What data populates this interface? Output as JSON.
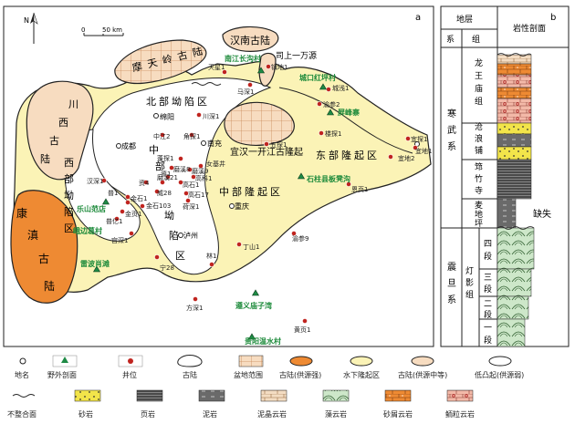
{
  "panels": {
    "map_label": "a",
    "column_label": "b"
  },
  "north_label": "N",
  "scale": {
    "start": "0",
    "end": "50 km"
  },
  "paleo_lands": {
    "hannan": "汉南古陆",
    "motianling": "摩天岭古陆",
    "chuanxi": [
      "川",
      "西",
      "古",
      "陆"
    ],
    "kangdian": [
      "康",
      "滇",
      "古",
      "陆"
    ]
  },
  "zones": {
    "north_depression": "北部坳陷区",
    "west_depression": [
      "西",
      "部",
      "坳",
      "陷",
      "区"
    ],
    "central_depression": [
      "中",
      "部",
      "坳",
      "陷",
      "区"
    ],
    "central_uplift": "中部隆起区",
    "east_uplift": "东部隆起区",
    "yihan_uplift": "宜汉一开江古隆起"
  },
  "locations": [
    {
      "name": "司上一万源"
    },
    {
      "name": "绵阳"
    },
    {
      "name": "成都"
    },
    {
      "name": "南充"
    },
    {
      "name": "重庆"
    },
    {
      "name": "泸州"
    }
  ],
  "wells": [
    {
      "name": "天星1"
    },
    {
      "name": "镇地1"
    },
    {
      "name": "马深1"
    },
    {
      "name": "城浅1"
    },
    {
      "name": "渝参2"
    },
    {
      "name": "川深1"
    },
    {
      "name": "中江2"
    },
    {
      "name": "角探1"
    },
    {
      "name": "五探1"
    },
    {
      "name": "楼探1"
    },
    {
      "name": "宜探1"
    },
    {
      "name": "宜地1"
    },
    {
      "name": "宜地2"
    },
    {
      "name": "汉深1"
    },
    {
      "name": "蓬探1"
    },
    {
      "name": "磨溪8"
    },
    {
      "name": "磨溪9"
    },
    {
      "name": "女基井"
    },
    {
      "name": "磨溪21"
    },
    {
      "name": "高石1"
    },
    {
      "name": "高石17"
    },
    {
      "name": "高科1"
    },
    {
      "name": "资1"
    },
    {
      "name": "资4"
    },
    {
      "name": "威28"
    },
    {
      "name": "普1"
    },
    {
      "name": "金石1"
    },
    {
      "name": "金石103"
    },
    {
      "name": "金页1"
    },
    {
      "name": "荷深1"
    },
    {
      "name": "恩页1"
    },
    {
      "name": "宫深1"
    },
    {
      "name": "宁28"
    },
    {
      "name": "丁山1"
    },
    {
      "name": "林1"
    },
    {
      "name": "渝参9"
    },
    {
      "name": "方深1"
    },
    {
      "name": "黄页1"
    },
    {
      "name": "普亿1"
    }
  ],
  "sections": [
    {
      "name": "南江长沟村"
    },
    {
      "name": "城口红坪村"
    },
    {
      "name": "屏峰寨"
    },
    {
      "name": "石柱县板凳沟"
    },
    {
      "name": "乐山范店"
    },
    {
      "name": "峨边葛村"
    },
    {
      "name": "雷波肖滩"
    },
    {
      "name": "遵义庙子湾"
    },
    {
      "name": "贵阳温水村"
    }
  ],
  "column": {
    "headers": {
      "stratum": "地层",
      "system": "系",
      "formation": "组",
      "profile": "岩性剖面"
    },
    "cambrian": {
      "system": [
        "寒",
        "武",
        "系"
      ],
      "formations": [
        {
          "name": [
            "龙",
            "王",
            "庙",
            "组"
          ]
        },
        {
          "name": [
            "沧",
            "浪",
            "铺",
            "组"
          ]
        },
        {
          "name": [
            "筇",
            "竹",
            "寺",
            "组"
          ]
        },
        {
          "name": [
            "麦",
            "地",
            "坪",
            "组"
          ]
        }
      ]
    },
    "sinian": {
      "system": [
        "震",
        "旦",
        "系"
      ],
      "formation": [
        "灯",
        "影",
        "组"
      ],
      "members": [
        "四",
        "段",
        "三",
        "段",
        "二",
        "段",
        "一",
        "段"
      ]
    },
    "missing": "缺失"
  },
  "legend": {
    "row1": [
      "地名",
      "野外剖面",
      "井位",
      "古陆",
      "盆地范围",
      "古陆(供源强)",
      "水下隆起区",
      "古陆(供源中等)",
      "低凸起(供源弱)"
    ],
    "row2": [
      "不整合面",
      "砂岩",
      "页岩",
      "泥岩",
      "泥晶云岩",
      "藻云岩",
      "砂屑云岩",
      "鲕粒云岩"
    ]
  },
  "colors": {
    "uplift_fill": "#fbf3b6",
    "strong_source": "#ee8a33",
    "medium_source": "#f7dcc0",
    "well_red": "#c0241f",
    "section_green": "#1e8a45",
    "label_green": "#1c8a3a",
    "dolomite_green": "#cde7c9",
    "sand_yellow": "#f2e44a",
    "shale_gray": "#4a4a4a"
  }
}
